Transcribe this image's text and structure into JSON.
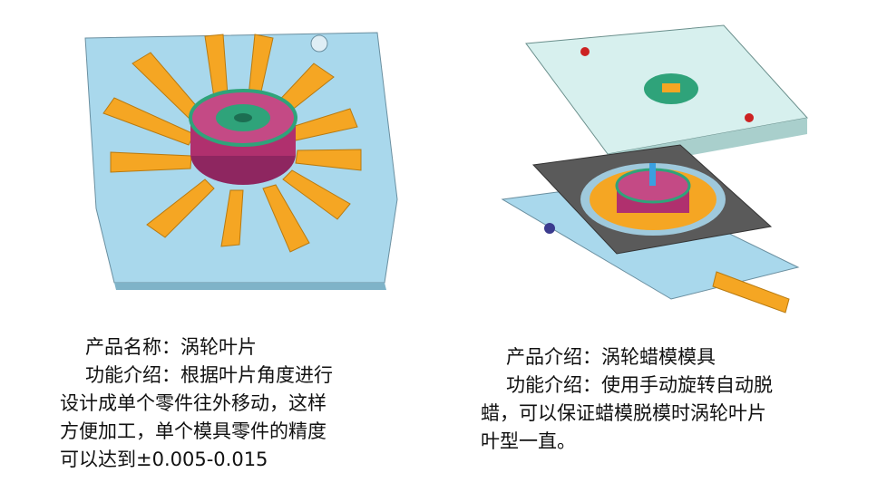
{
  "left_panel": {
    "product_name_line": "产品名称：涡轮叶片",
    "function_lines": [
      "功能介绍：根据叶片角度进行",
      "设计成单个零件往外移动，这样",
      "方便加工，单个模具零件的精度",
      "可以达到±0.005-0.015"
    ]
  },
  "right_panel": {
    "product_intro_line": "产品介绍：涡轮蜡模模具",
    "function_lines": [
      "功能介绍：使用手动旋转自动脱",
      "蜡，可以保证蜡模脱模时涡轮叶片",
      "叶型一直。"
    ]
  },
  "colors": {
    "base_plate": "#a9d8ec",
    "slider_orange": "#f5a623",
    "turbine_magenta": "#b0306e",
    "turbine_green": "#2fa37a",
    "dark_plate": "#5a5a5a",
    "top_plate": "#d7f0ee"
  }
}
